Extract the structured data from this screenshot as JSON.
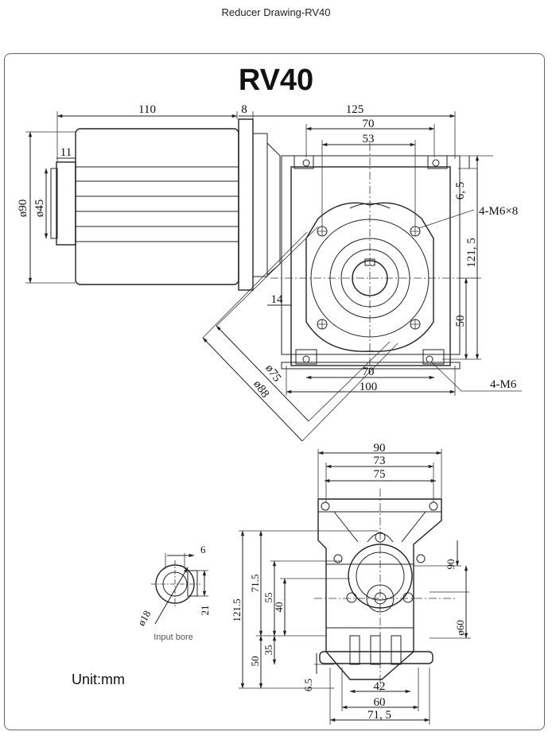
{
  "header": {
    "caption": "Reducer Drawing-RV40"
  },
  "drawing": {
    "title": "RV40",
    "unit_label": "Unit:mm",
    "top_view": {
      "dim_110": "110",
      "dim_8": "8",
      "dim_125": "125",
      "dim_70_top": "70",
      "dim_53": "53",
      "dim_11": "11",
      "dim_d90": "ø90",
      "dim_d45": "ø45",
      "dim_6_5": "6, 5",
      "note_m6x8": "4-M6×8",
      "dim_121_5": "121, 5",
      "dim_14": "14",
      "dim_50": "50",
      "dim_d75": "ø75",
      "dim_d88": "ø88",
      "dim_70_bottom": "70",
      "dim_100": "100",
      "note_m6": "4-M6"
    },
    "front_view": {
      "dim_90": "90",
      "dim_73": "73",
      "dim_75": "75",
      "dim_121_5": "121.5",
      "dim_71_5_left": "71.5",
      "dim_55": "55",
      "dim_40": "40",
      "dim_35": "35",
      "dim_50": "50",
      "dim_6_5": "6.5",
      "dim_90_right": "90",
      "dim_d60": "ø60",
      "dim_42": "42",
      "dim_60": "60",
      "dim_71_5_bottom": "71, 5"
    },
    "bore_view": {
      "dim_6": "6",
      "dim_21": "21",
      "dim_d18": "ø18",
      "caption": "Input bore"
    }
  }
}
